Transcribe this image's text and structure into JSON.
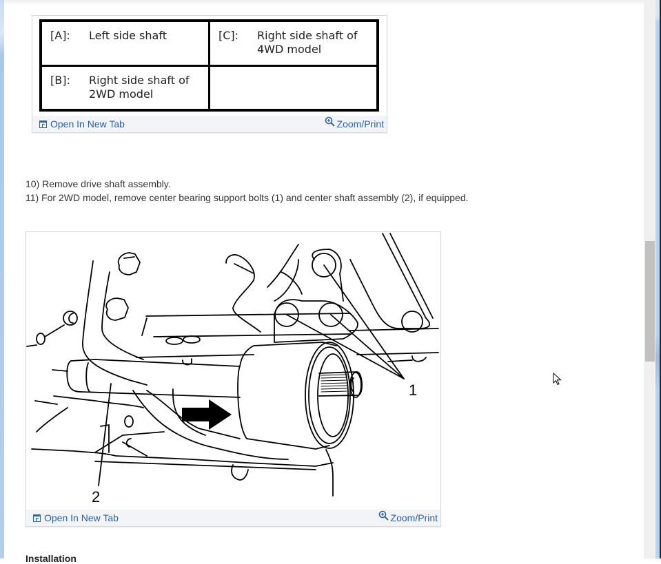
{
  "legend_figure": {
    "rows": [
      [
        {
          "key": "[A]:",
          "value": "Left side shaft"
        },
        {
          "key": "[C]:",
          "value": "Right side shaft of 4WD model"
        }
      ],
      [
        {
          "key": "[B]:",
          "value": "Right side shaft of 2WD model"
        },
        {
          "key": "",
          "value": ""
        }
      ]
    ],
    "footer": {
      "open_label": "Open In New Tab",
      "zoom_label": "Zoom/Print"
    }
  },
  "steps": [
    "10) Remove drive shaft assembly.",
    "11) For 2WD model, remove center bearing support bolts (1) and center shaft assembly (2), if equipped."
  ],
  "diagram_figure": {
    "callouts": {
      "bolts": "1",
      "center_shaft": "2"
    },
    "footer": {
      "open_label": "Open In New Tab",
      "zoom_label": "Zoom/Print"
    }
  },
  "next_section": {
    "heading": "Installation"
  },
  "colors": {
    "link": "#2a62a8",
    "footer_bg": "#f2f4f7",
    "text": "#333333",
    "scroll_thumb": "#c1c1c1"
  }
}
